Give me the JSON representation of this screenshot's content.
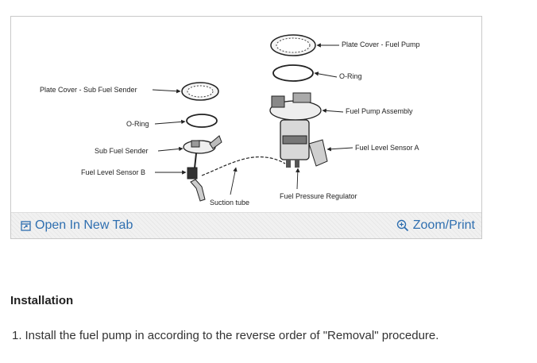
{
  "figure": {
    "labels": {
      "plate_cover_fuel_pump": "Plate Cover - Fuel Pump",
      "oring_right": "O-Ring",
      "plate_cover_sub": "Plate Cover - Sub Fuel Sender",
      "fuel_pump_assembly": "Fuel Pump Assembly",
      "oring_left": "O-Ring",
      "sub_fuel_sender": "Sub Fuel Sender",
      "fuel_level_sensor_a": "Fuel Level Sensor A",
      "fuel_level_sensor_b": "Fuel Level Sensor B",
      "suction_tube": "Suction tube",
      "fuel_pressure_regulator": "Fuel Pressure Regulator"
    },
    "toolbar": {
      "open_label": "Open In New Tab",
      "zoom_label": "Zoom/Print"
    },
    "icons": {
      "open": "open-new-tab-icon",
      "zoom": "magnifier-icon"
    },
    "link_color": "#2f6fb0"
  },
  "section": {
    "heading": "Installation",
    "steps": [
      {
        "num": "1.",
        "text": "Install the fuel pump in according to the reverse order of \"Removal\" procedure."
      }
    ]
  }
}
